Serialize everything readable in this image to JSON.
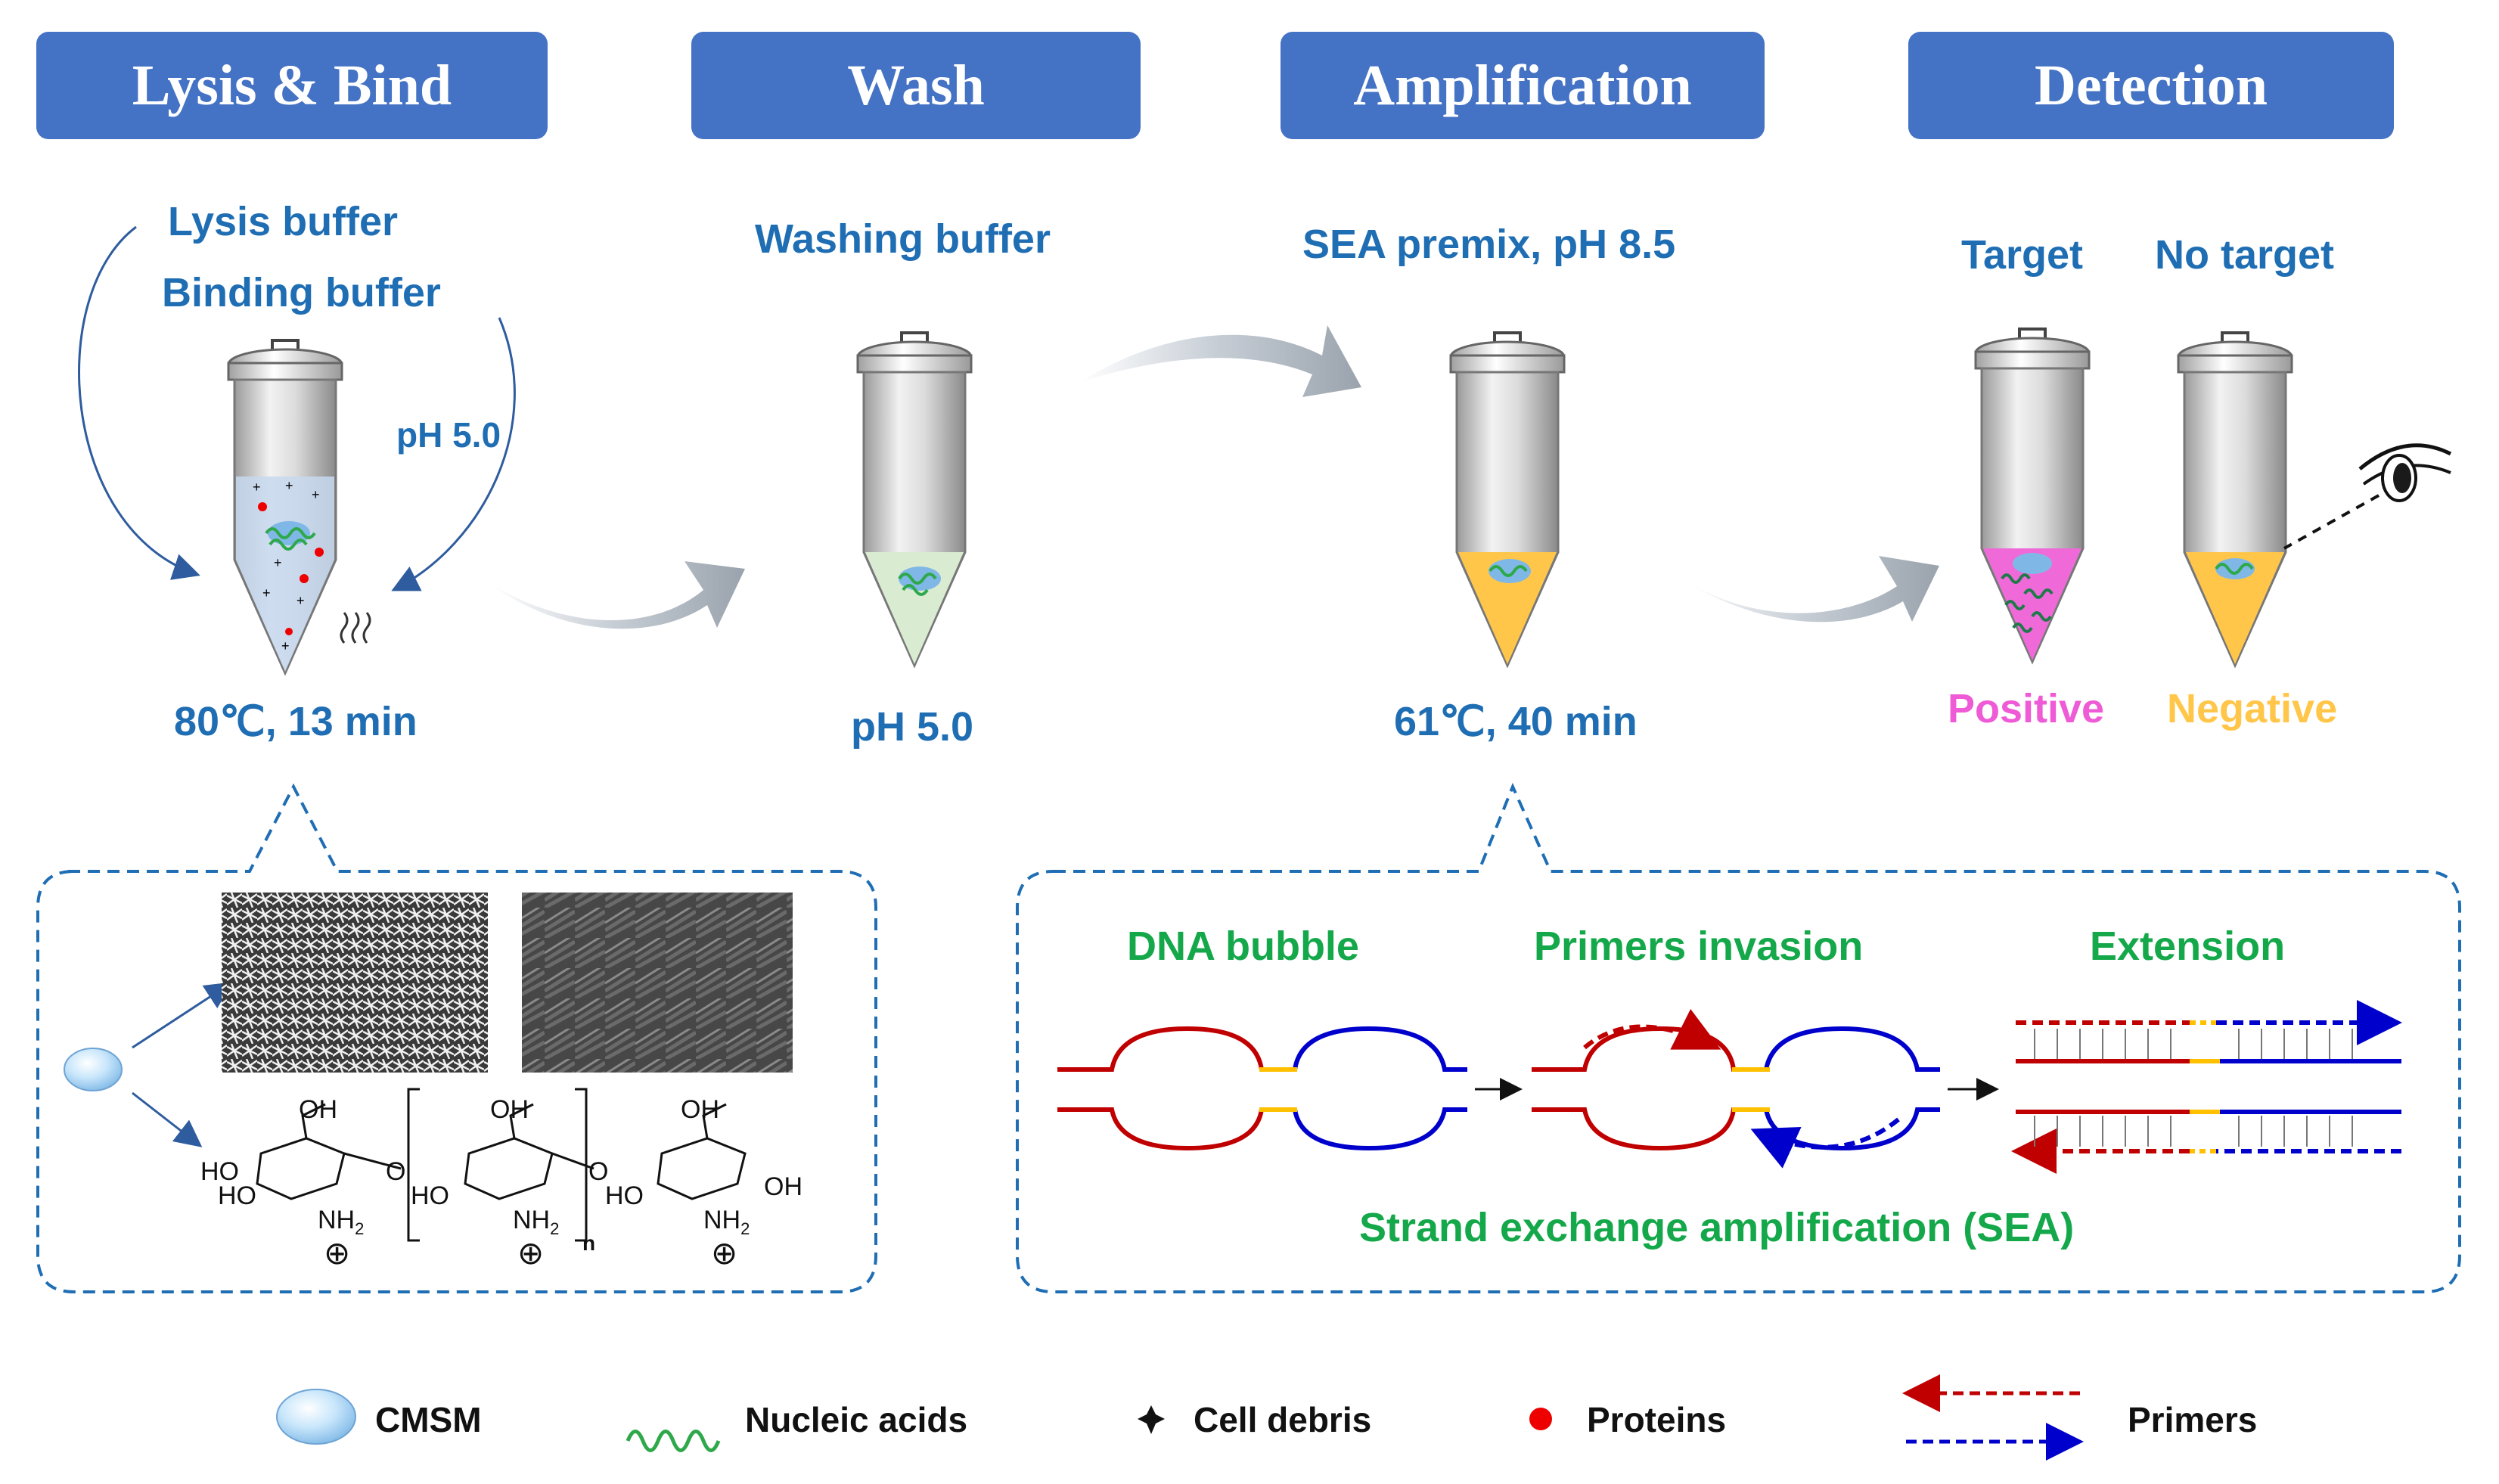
{
  "headers": {
    "lysis_bind": "Lysis & Bind",
    "wash": "Wash",
    "amplification": "Amplification",
    "detection": "Detection"
  },
  "step1": {
    "lysis_buffer": "Lysis buffer",
    "binding_buffer": "Binding buffer",
    "ph": "pH 5.0",
    "condition": "80℃, 13 min"
  },
  "step2": {
    "washing_buffer": "Washing buffer",
    "ph": "pH 5.0"
  },
  "step3": {
    "premix": "SEA premix, pH 8.5",
    "condition": "61℃, 40 min"
  },
  "step4": {
    "target": "Target",
    "no_target": "No target",
    "positive": "Positive",
    "negative": "Negative"
  },
  "sea": {
    "dna_bubble": "DNA bubble",
    "primers_invasion": "Primers invasion",
    "extension": "Extension",
    "title": "Strand exchange amplification (SEA)"
  },
  "chitosan": {
    "oh": "OH",
    "ho": "HO",
    "nh2": "NH",
    "nh2_sub": "2",
    "o": "O",
    "n": "n",
    "plus": "⊕"
  },
  "legend": {
    "cmsm": "CMSM",
    "nucleic_acids": "Nucleic acids",
    "cell_debris": "Cell debris",
    "proteins": "Proteins",
    "primers": "Primers"
  },
  "colors": {
    "header_bg": "#4472c4",
    "label_blue": "#1f6eb4",
    "label_green": "#14a84a",
    "positive_pink": "#ef5bd6",
    "negative_orange": "#ffc64a",
    "strand_red": "#c00000",
    "strand_blue": "#0000cc",
    "primer_yellow": "#ffc000"
  }
}
